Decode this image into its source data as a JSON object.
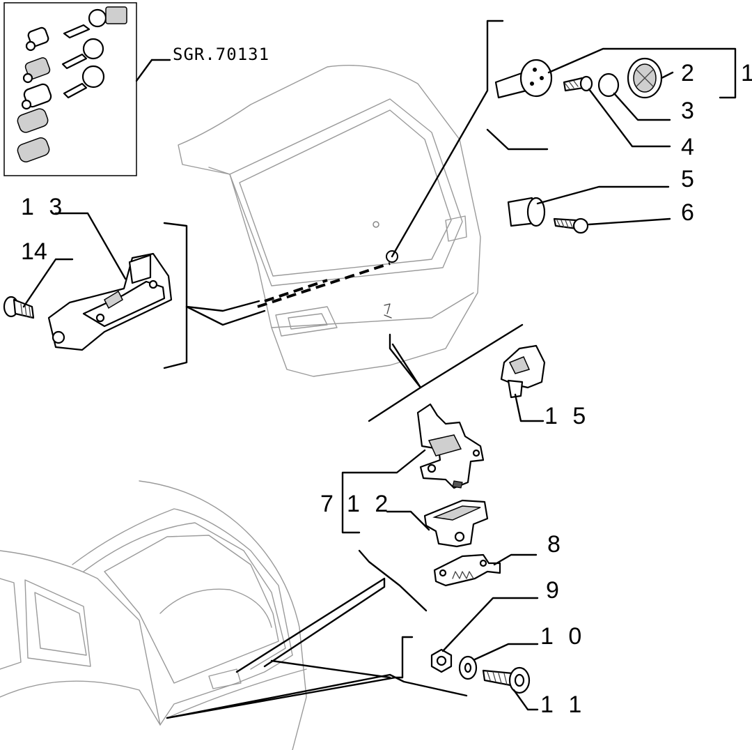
{
  "reference_code": "SGR.70131",
  "callouts": [
    {
      "id": "1",
      "text": "1"
    },
    {
      "id": "2",
      "text": "2"
    },
    {
      "id": "3",
      "text": "3"
    },
    {
      "id": "4",
      "text": "4"
    },
    {
      "id": "5",
      "text": "5"
    },
    {
      "id": "6",
      "text": "6"
    },
    {
      "id": "7",
      "text": "7"
    },
    {
      "id": "8",
      "text": "8"
    },
    {
      "id": "9",
      "text": "9"
    },
    {
      "id": "10",
      "text": "1 0"
    },
    {
      "id": "11",
      "text": "1 1"
    },
    {
      "id": "12",
      "text": "1 2"
    },
    {
      "id": "13",
      "text": "1 3"
    },
    {
      "id": "14",
      "text": "14"
    },
    {
      "id": "15",
      "text": "1 5"
    }
  ],
  "icons": {
    "lock_set_inset": "key-and-cylinder-icon",
    "tailgate": "tailgate-drawing",
    "car_rear": "car-rear-drawing"
  }
}
